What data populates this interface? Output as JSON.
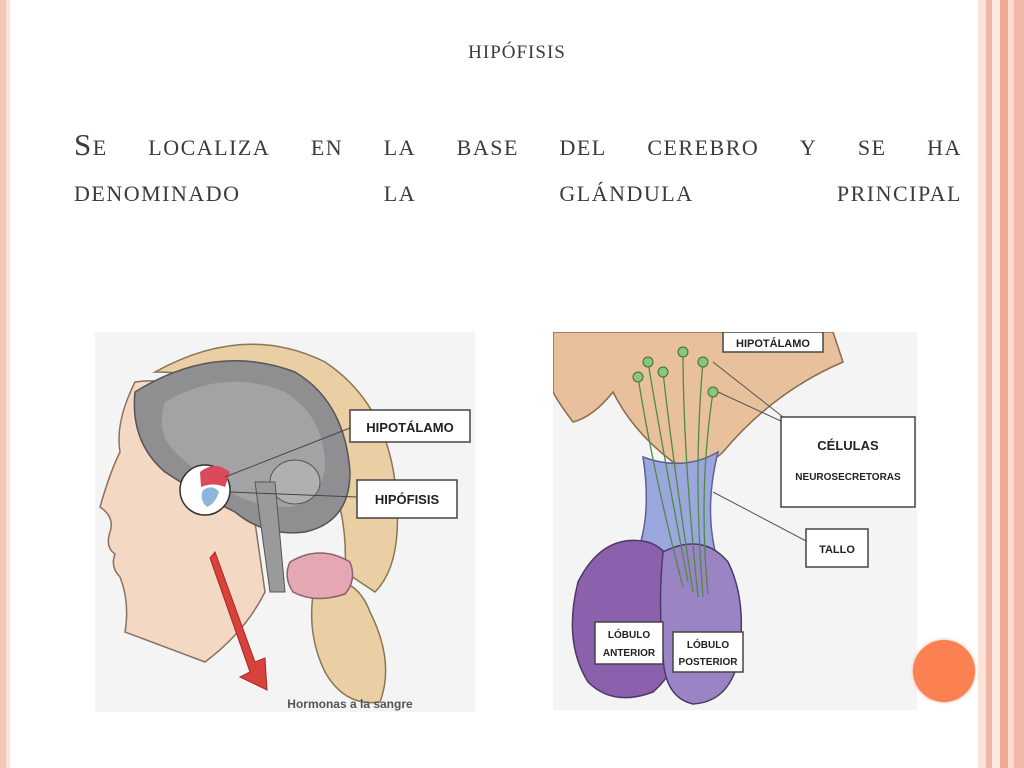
{
  "slide": {
    "title": "hipófisis",
    "subtitle_line1": [
      "Se",
      "localiza",
      "en",
      "la",
      "base",
      "del",
      "cerebro",
      "y",
      "se",
      "ha"
    ],
    "subtitle_line2": [
      "denominado",
      "la",
      "glándula",
      "principal"
    ]
  },
  "left_figure": {
    "label_hipotalamo": "HIPOTÁLAMO",
    "label_hipofisis": "HIPÓFISIS",
    "caption": "Hormonas a la sangre"
  },
  "right_figure": {
    "label_hipotalamo": "HIPOTÁLAMO",
    "label_celulas": "CÉLULAS",
    "label_neurosecretoras": "NEUROSECRETORAS",
    "label_tallo": "TALLO",
    "label_lobulo_anterior_1": "LÓBULO",
    "label_lobulo_anterior_2": "ANTERIOR",
    "label_lobulo_posterior_1": "LÓBULO",
    "label_lobulo_posterior_2": "POSTERIOR"
  },
  "colors": {
    "accent_dot": "#fb8052",
    "border_pink": "#f1b7a5",
    "text": "#3b3b3b"
  }
}
